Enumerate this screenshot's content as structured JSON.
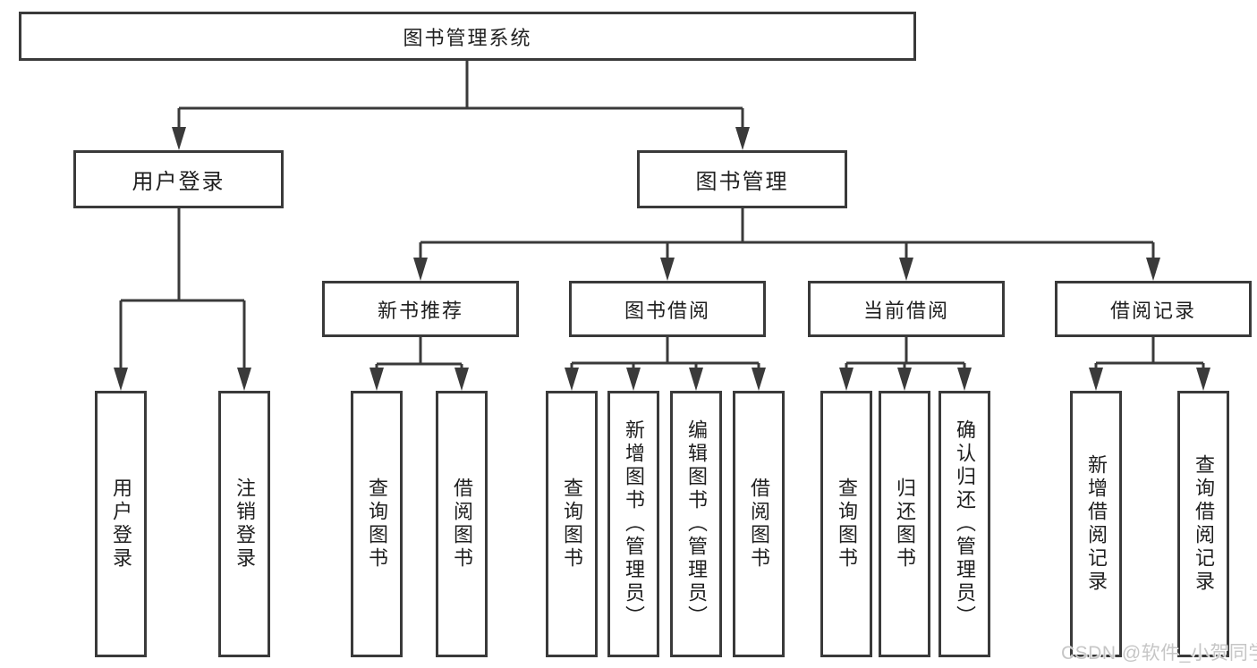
{
  "colors": {
    "line": "#3a3a3a",
    "box_border": "#3a3a3a",
    "text": "#1f1f1f",
    "background": "#ffffff",
    "watermark": "#c6c6c6"
  },
  "watermark": {
    "text": "CSDN @软件_小贺同学"
  },
  "tree": {
    "label": "图书管理系统",
    "children": [
      {
        "label": "用户登录",
        "children": [
          {
            "label": "用户登录"
          },
          {
            "label": "注销登录"
          }
        ]
      },
      {
        "label": "图书管理",
        "children": [
          {
            "label": "新书推荐",
            "children": [
              {
                "label": "查询图书"
              },
              {
                "label": "借阅图书"
              }
            ]
          },
          {
            "label": "图书借阅",
            "children": [
              {
                "label": "查询图书"
              },
              {
                "label": "新增图书（管理员）"
              },
              {
                "label": "编辑图书（管理员）"
              },
              {
                "label": "借阅图书"
              }
            ]
          },
          {
            "label": "当前借阅",
            "children": [
              {
                "label": "查询图书"
              },
              {
                "label": "归还图书"
              },
              {
                "label": "确认归还（管理员）"
              }
            ]
          },
          {
            "label": "借阅记录",
            "children": [
              {
                "label": "新增借阅记录"
              },
              {
                "label": "查询借阅记录"
              }
            ]
          }
        ]
      }
    ]
  }
}
